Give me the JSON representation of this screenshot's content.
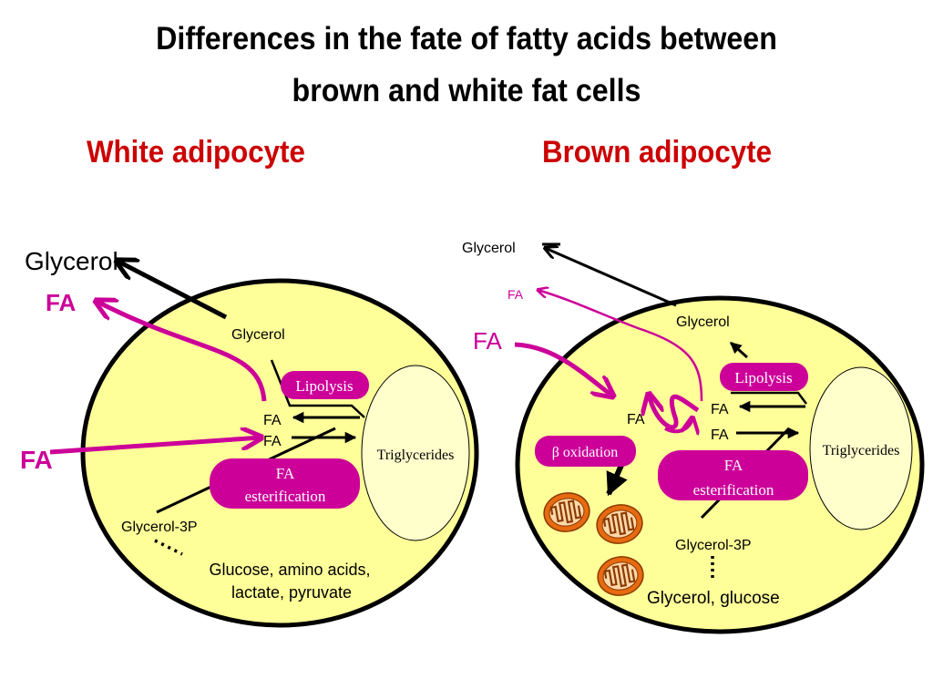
{
  "title_line1": "Differences in the fate of fatty acids between",
  "title_line2": "brown and white fat cells",
  "white": {
    "heading": "White adipocyte",
    "glycerol_out": "Glycerol",
    "fa_out": "FA",
    "fa_in": "FA",
    "glycerol_inner": "Glycerol",
    "lipolysis": "Lipolysis",
    "fa1": "FA",
    "fa2": "FA",
    "triglycerides": "Triglycerides",
    "esterification_line1": "FA",
    "esterification_line2": "esterification",
    "glycerol3p": "Glycerol-3P",
    "sources_line1": "Glucose, amino acids,",
    "sources_line2": "lactate, pyruvate"
  },
  "brown": {
    "heading": "Brown adipocyte",
    "glycerol_out": "Glycerol",
    "fa_out": "FA",
    "fa_in": "FA",
    "glycerol_inner": "Glycerol",
    "lipolysis": "Lipolysis",
    "fa_center": "FA",
    "fa1": "FA",
    "fa2": "FA",
    "beta_oxidation": "β oxidation",
    "triglycerides": "Triglycerides",
    "esterification_line1": "FA",
    "esterification_line2": "esterification",
    "glycerol3p": "Glycerol-3P",
    "sources": "Glycerol, glucose"
  },
  "colors": {
    "cell_fill": "#ffff99",
    "droplet_fill": "#ffffcc",
    "magenta": "#cc0099",
    "heading_red": "#cc0000",
    "mito_orange": "#e66a10"
  }
}
